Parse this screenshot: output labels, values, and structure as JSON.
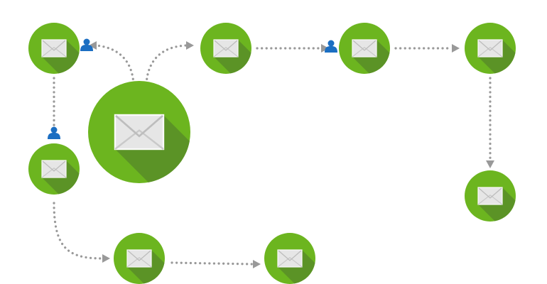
{
  "diagram": {
    "node_icon": "envelope-icon",
    "recipient_icon": "person-icon",
    "colors": {
      "node": "#6cb51f",
      "node_shadow": "#5b9326",
      "envelope": "#e6e6e6",
      "envelope_fold": "#c9c9c9",
      "connector": "#999999",
      "person": "#1b6ec2"
    },
    "nodes": [
      {
        "id": "n1"
      },
      {
        "id": "hub"
      },
      {
        "id": "n3"
      },
      {
        "id": "n4"
      },
      {
        "id": "n5"
      },
      {
        "id": "n6"
      },
      {
        "id": "n7"
      },
      {
        "id": "n8"
      },
      {
        "id": "n9"
      }
    ],
    "edges": [
      {
        "from": "hub",
        "to": "n1",
        "person": true
      },
      {
        "from": "hub",
        "to": "n3",
        "person": false
      },
      {
        "from": "n3",
        "to": "n4",
        "person": true
      },
      {
        "from": "n4",
        "to": "n5",
        "person": false
      },
      {
        "from": "n5",
        "to": "n7",
        "person": false
      },
      {
        "from": "n1",
        "to": "n6",
        "person": true
      },
      {
        "from": "n6",
        "to": "n8",
        "person": false
      },
      {
        "from": "n8",
        "to": "n9",
        "person": false
      }
    ]
  }
}
